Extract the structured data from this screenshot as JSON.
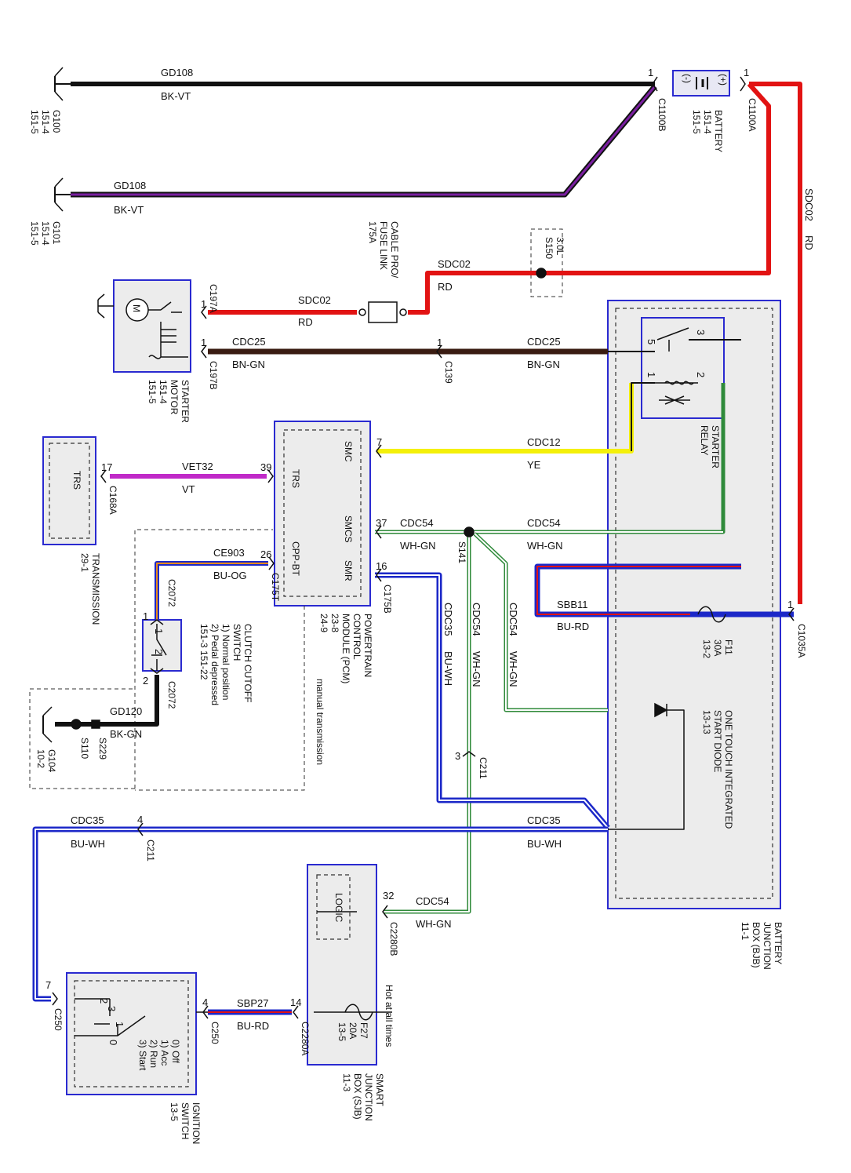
{
  "wires": {
    "gd108_top": {
      "id": "GD108",
      "color": "BK-VT"
    },
    "gd108_bot": {
      "id": "GD108",
      "color": "BK-VT"
    },
    "sdc02_right": {
      "id": "SDC02",
      "color": "RD"
    },
    "sdc02_mid": {
      "id": "SDC02",
      "color": "RD"
    },
    "sdc02_left": {
      "id": "SDC02",
      "color": "RD"
    },
    "cdc25_left": {
      "id": "CDC25",
      "color": "BN-GN"
    },
    "cdc25_right": {
      "id": "CDC25",
      "color": "BN-GN"
    },
    "cdc12": {
      "id": "CDC12",
      "color": "YE"
    },
    "vet32": {
      "id": "VET32",
      "color": "VT"
    },
    "cdc54_a": {
      "id": "CDC54",
      "color": "WH-GN"
    },
    "cdc54_b": {
      "id": "CDC54",
      "color": "WH-GN"
    },
    "cdc54_v1": {
      "id": "CDC54",
      "color": "WH-GN"
    },
    "cdc54_v2": {
      "id": "CDC54",
      "color": "WH-GN"
    },
    "cdc54_logic": {
      "id": "CDC54",
      "color": "WH-GN"
    },
    "ce903": {
      "id": "CE903",
      "color": "BU-OG"
    },
    "cdc35_v": {
      "id": "CDC35",
      "color": "BU-WH"
    },
    "cdc35_left": {
      "id": "CDC35",
      "color": "BU-WH"
    },
    "cdc35_right": {
      "id": "CDC35",
      "color": "BU-WH"
    },
    "sbb11": {
      "id": "SBB11",
      "color": "BU-RD"
    },
    "gd120": {
      "id": "GD120",
      "color": "BK-GN"
    },
    "sbp27": {
      "id": "SBP27",
      "color": "BU-RD"
    }
  },
  "grounds": {
    "g100": [
      "G100",
      "151-4",
      "151-5"
    ],
    "g101": [
      "G101",
      "151-4",
      "151-5"
    ],
    "g104": [
      "G104",
      "10-2"
    ]
  },
  "connectors": {
    "c1100b": "C1100B",
    "c1100a": "C1100A",
    "c197a": "C197A",
    "c197b": "C197B",
    "c139": "C139",
    "c168a": "C168A",
    "c175t": "C175T",
    "c175b": "C175B",
    "c2072_top": "C2072",
    "c2072_bot": "C2072",
    "c211_a": "C211",
    "c211_b": "C211",
    "c1035a": "C1035A",
    "c2280b": "C2280B",
    "c2280a": "C2280A",
    "c250_left": "C250",
    "c250_right": "C250",
    "s150": "S150",
    "s150_note": "3.0L",
    "s141": "S141",
    "s110": "S110",
    "s229": "S229"
  },
  "pins": {
    "p1100b": "1",
    "p1100a": "1",
    "p197a": "1",
    "p197b": "1",
    "p139": "1",
    "p168a": "17",
    "ptrs": "39",
    "psmc": "7",
    "psmcs": "37",
    "pcpp": "26",
    "psmr": "16",
    "p2072t": "1",
    "p2072b": "2",
    "p211a": "3",
    "p211b": "4",
    "p1035": "1",
    "p2280b": "32",
    "p2280a": "14",
    "p250l": "7",
    "p250r": "4",
    "relay3": "3",
    "relay5": "5",
    "relay1": "1",
    "relay2": "2",
    "sw1": "1",
    "sw2": "2",
    "ign3": "3",
    "ign2": "2",
    "ign1": "1",
    "ign0": "0"
  },
  "components": {
    "battery": [
      "BATTERY",
      "151-4",
      "151-5"
    ],
    "battery_plus": "(+)",
    "battery_minus": "(-)",
    "cable_pro": [
      "CABLE PRO/",
      "FUSE LINK",
      "175A"
    ],
    "starter_motor": [
      "STARTER",
      "MOTOR",
      "151-4",
      "151-5"
    ],
    "starter_motor_symbol": "M",
    "starter_relay": [
      "STARTER",
      "RELAY"
    ],
    "pcm": [
      "POWERTRAIN",
      "CONTROL",
      "MODULE (PCM)",
      "23-8",
      "24-9"
    ],
    "pcm_pins": {
      "smc": "SMC",
      "trs": "TRS",
      "smcs": "SMCS",
      "smr": "SMR",
      "cppbt": "CPP-BT"
    },
    "trs_box": "TRS",
    "transmission": [
      "TRANSMISSION",
      "29-1"
    ],
    "clutch": [
      "CLUTCH CUTOFF",
      "SWITCH",
      "1) Normal position",
      "2) Pedal depressed",
      "151-3    151-22"
    ],
    "manual": "manual transmission",
    "f11": [
      "F11",
      "30A",
      "13-2"
    ],
    "diode": [
      "ONE TOUCH INTEGRATED",
      "START DIODE",
      "13-13"
    ],
    "bjb": [
      "BATTERY",
      "JUNCTION",
      "BOX (BJB)",
      "11-1"
    ],
    "logic": "LOGIC",
    "hot": "Hot at all times",
    "f27": [
      "F27",
      "20A",
      "13-5"
    ],
    "sjb": [
      "SMART",
      "JUNCTION",
      "BOX (SJB)",
      "11-3"
    ],
    "ign_positions": [
      "0) Off",
      "1) Acc",
      "2) Run",
      "3) Start"
    ],
    "ignition": [
      "IGNITION",
      "SWITCH",
      "13-5"
    ]
  },
  "colors": {
    "black": "#111111",
    "violet": "#7a1fa0",
    "red": "#e21313",
    "brown": "#3a1c12",
    "yellow": "#f4f00a",
    "green": "#2f8a3a",
    "blue": "#1c28c8",
    "box_border": "#2a2ad0",
    "box_fill": "#ececec"
  }
}
